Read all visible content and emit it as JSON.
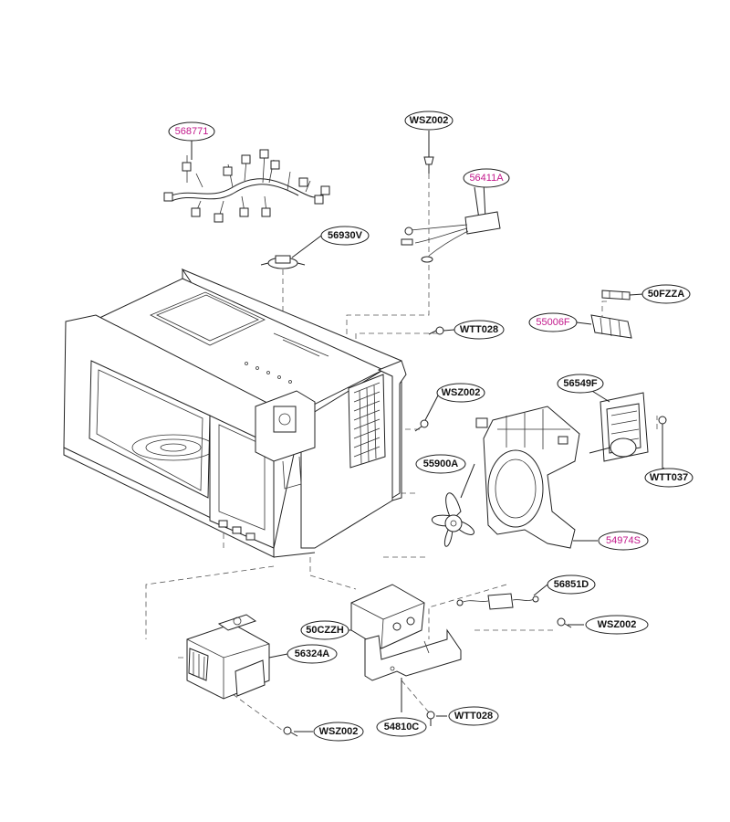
{
  "colors": {
    "standard": "#111111",
    "highlight": "#c2188b",
    "line": "#222222"
  },
  "parts": {
    "p568771": {
      "code": "568771",
      "highlight": true
    },
    "p56411A": {
      "code": "56411A",
      "highlight": true
    },
    "p55006F": {
      "code": "55006F",
      "highlight": true
    },
    "p54974S": {
      "code": "54974S",
      "highlight": true
    },
    "wsz_top": {
      "code": "WSZ002",
      "highlight": false
    },
    "p56930V": {
      "code": "56930V",
      "highlight": false
    },
    "p50FZZA": {
      "code": "50FZZA",
      "highlight": false
    },
    "wtt_mid": {
      "code": "WTT028",
      "highlight": false
    },
    "wsz_mid": {
      "code": "WSZ002",
      "highlight": false
    },
    "p56549F": {
      "code": "56549F",
      "highlight": false
    },
    "p55900A": {
      "code": "55900A",
      "highlight": false
    },
    "p WTT037": {
      "code": "WTT037",
      "highlight": false
    },
    "p56851D": {
      "code": "56851D",
      "highlight": false
    },
    "wsz_right": {
      "code": "WSZ002",
      "highlight": false
    },
    "p50CZZH": {
      "code": "50CZZH",
      "highlight": false
    },
    "p56324A": {
      "code": "56324A",
      "highlight": false
    },
    "p54810C": {
      "code": "54810C",
      "highlight": false
    },
    "wtt_bot": {
      "code": "WTT028",
      "highlight": false
    },
    "wsz_bot": {
      "code": "WSZ002",
      "highlight": false
    }
  }
}
